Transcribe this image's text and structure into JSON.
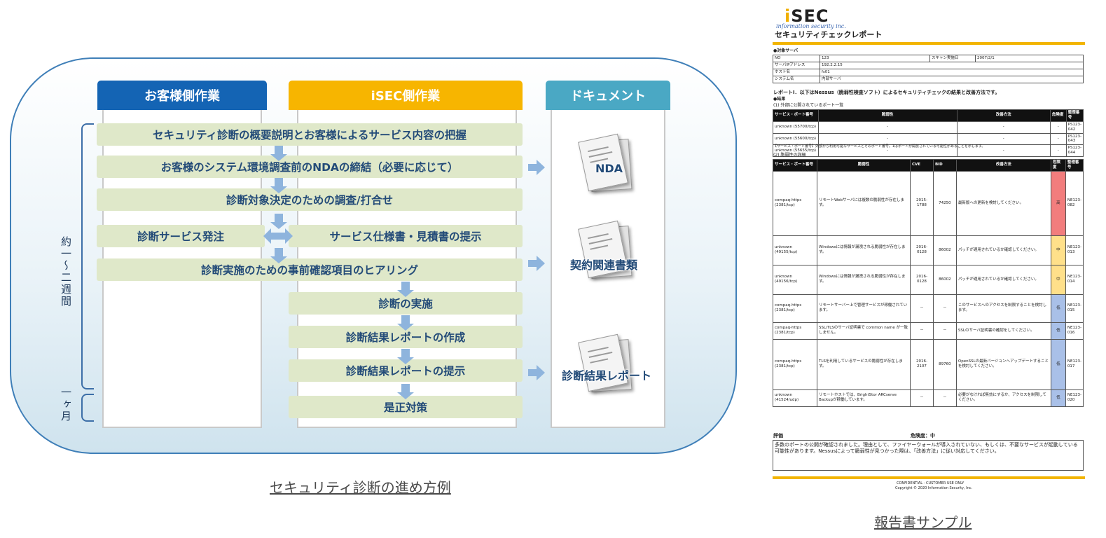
{
  "columns": {
    "customer": "お客様側作業",
    "isec": "iSEC側作業",
    "docs": "ドキュメント"
  },
  "steps": [
    "セキュリティ診断の概要説明とお客様によるサービス内容の把握",
    "お客様のシステム環境調査前のNDAの締結（必要に応じて）",
    "診断対象決定のための調査/打合せ",
    "診断サービス発注",
    "サービス仕様書・見積書の提示",
    "診断実施のための事前確認項目のヒアリング",
    "診断の実施",
    "診断結果レポートの作成",
    "診断結果レポートの提示",
    "是正対策"
  ],
  "documents": [
    "NDA",
    "契約関連書類",
    "診断結果レポート"
  ],
  "durations": [
    "約一～二週間",
    "一ヶ月"
  ],
  "captions": {
    "process": "セキュリティ診断の進め方例",
    "report": "報告書サンプル"
  },
  "colors": {
    "customer_header": "#1464b4",
    "isec_header": "#f7b500",
    "docs_header": "#4aa8c4",
    "step_fill": "#dfe8c9",
    "arrow": "#8eb4dd"
  },
  "report": {
    "logo": "iSEC",
    "tagline": "information security inc.",
    "title": "セキュリティチェックレポート",
    "target_heading": "●対象サーバ",
    "info": [
      [
        "NO",
        "123",
        "スキャン実施日",
        "2007/2/1"
      ],
      [
        "サーバIPアドレス",
        "192.2.2.15",
        "",
        ""
      ],
      [
        "ホスト名",
        "fs01",
        "",
        ""
      ],
      [
        "システム名",
        "内部サーバ",
        "",
        ""
      ]
    ],
    "intro": "レポートⅠ．以下はNessus（脆弱性検査ソフト）によるセキュリティチェックの結果と改善方法です。",
    "results_heading": "●結果",
    "ports_heading": "(1) 外部に公開されているポート一覧",
    "ports_cols": [
      "サービス・ポート番号",
      "脆弱性",
      "改善方法",
      "危険度",
      "整理番号"
    ],
    "ports_rows": [
      [
        "unknown (55700/tcp)",
        "-",
        "-",
        "-",
        "PS123-042"
      ],
      [
        "unknown (55600/tcp)",
        "-",
        "-",
        "-",
        "PS123-043"
      ],
      [
        "unknown (55655/tcp)",
        "-",
        "-",
        "-",
        "PS123-044"
      ]
    ],
    "ports_note": "【サービス・ポート番号】外部から利用可能なサービスとそのポート番号。1はポートが開放されている可能性があることを示します。",
    "vuln_heading": "(2) 脆弱性の詳細",
    "vuln_cols": [
      "サービス・ポート番号",
      "脆弱性",
      "CVE",
      "BID",
      "改善方法",
      "危険度",
      "整理番号"
    ],
    "vuln_rows": [
      [
        "compaq-https (2381/tcp)",
        "リモートWebサーバには複数の脆弱性が存在します。",
        "2015-1788",
        "74250",
        "最新版への更新を検討してください。",
        "高",
        "NE123-082",
        "hi"
      ],
      [
        "unknown (49155/tcp)",
        "Windowsには情報が漏洩される脆弱性が存在します。",
        "2016-0128",
        "86002",
        "パッチが適用されているか確認してください。",
        "中",
        "NE123-013",
        "md"
      ],
      [
        "unknown (49156/tcp)",
        "Windowsには情報が漏洩される脆弱性が存在します。",
        "2016-0128",
        "86002",
        "パッチが適用されているか確認してください。",
        "中",
        "NE123-014",
        "md"
      ],
      [
        "compaq-https (2381/tcp)",
        "リモートサーバー上で管理サービスが稼働されています。",
        "－",
        "－",
        "このサービスへのアクセスを制限することを検討します。",
        "低",
        "NE123-015",
        "lo"
      ],
      [
        "compaq-https (2381/tcp)",
        "SSL/TLSのサーバ証明書で common name が一致しません。",
        "－",
        "－",
        "SSLのサーバ証明書の確認をしてください。",
        "低",
        "NE123-016",
        "lo"
      ],
      [
        "compaq-https (2381/tcp)",
        "TLSを利用しているサービスの脆弱性が存在します。",
        "2016-2107",
        "89760",
        "OpenSSLの最新バージョンへアップデートすることを検討してください。",
        "低",
        "NE123-017",
        "lo"
      ],
      [
        "unknown (41524/udp)",
        "リモートホストでは、BrightStor ARCserve Backupが稼働しています。",
        "－",
        "－",
        "必要がなければ無効にするか、アクセスを制限してください。",
        "低",
        "NE123-020",
        "lo"
      ]
    ],
    "eval_label": "評価",
    "risk_label": "危険度：中",
    "eval_text": "多数のポートの公開が確認されました。理由として、ファイヤーウォールが導入されていない、もしくは、不要なサービスが起動している可能性があります。Nessusによって脆弱性が見つかった際は、「改善方法」に従い対応してください。",
    "footer1": "CONFIDENTIAL - CUSTOMER USE ONLY",
    "footer2": "Copyright © 2020 Information Security, Inc."
  }
}
